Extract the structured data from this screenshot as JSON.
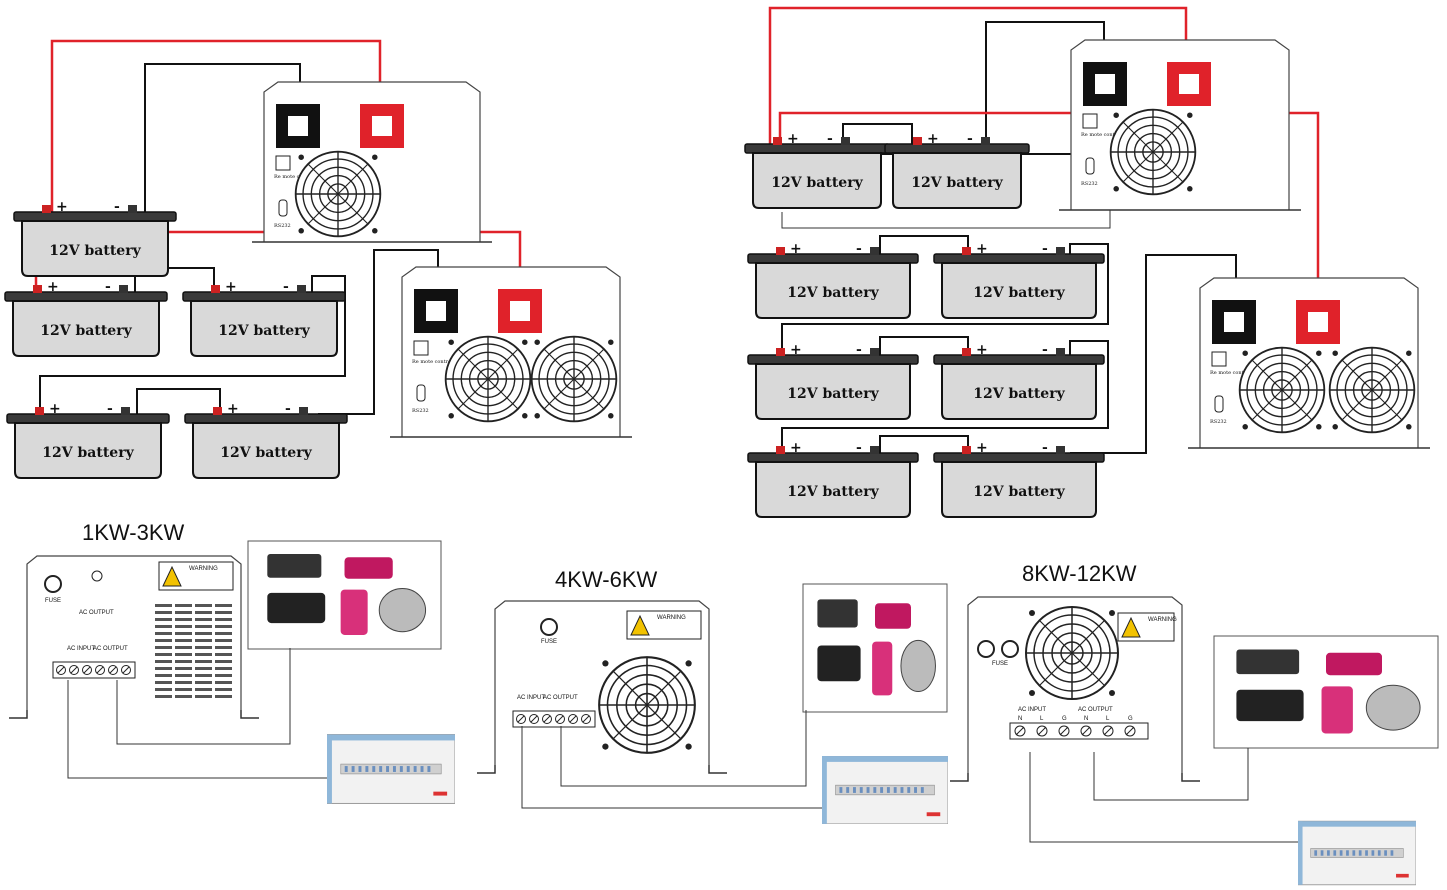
{
  "battery_label": "12V battery",
  "terminal_labels": {
    "positive": "+",
    "negative": "-"
  },
  "inverter_labels": {
    "remote": "Re mote control",
    "rs232": "RS232",
    "fuse": "FUSE",
    "ac_output": "AC OUTPUT",
    "ac_input": "AC INPUT",
    "warning": "WARNING",
    "terminals": [
      "N",
      "L",
      "G",
      "N",
      "L",
      "G"
    ]
  },
  "sections": {
    "small": {
      "title": "1KW-3KW"
    },
    "medium": {
      "title": "4KW-6KW"
    },
    "large": {
      "title": "8KW-12KW"
    }
  },
  "colors": {
    "positive_wire": "#e0222a",
    "negative_wire": "#111111",
    "battery_case": "#d9d9d9"
  },
  "icons": [
    "battery-icon",
    "inverter-fan-icon",
    "warning-triangle-icon",
    "distribution-box-icon",
    "appliance-icon"
  ]
}
